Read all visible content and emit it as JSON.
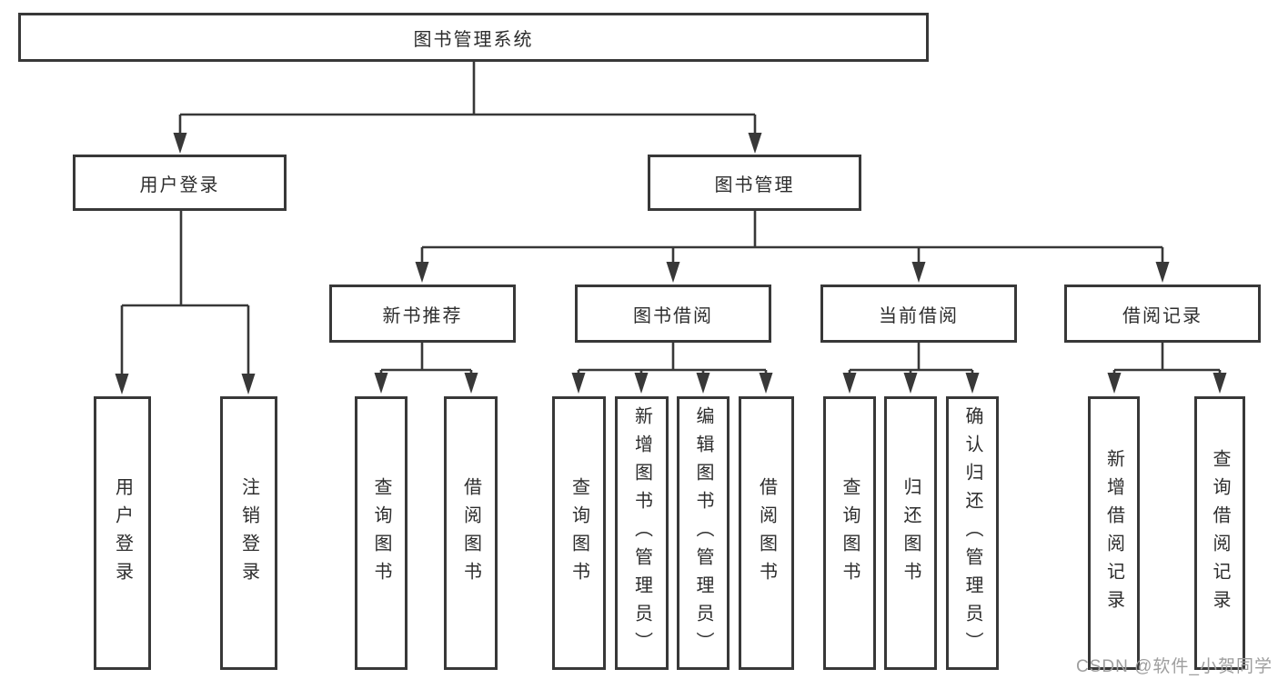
{
  "tree": {
    "label": "图书管理系统",
    "children": [
      {
        "label": "用户登录",
        "children": [
          {
            "label": "用户登录"
          },
          {
            "label": "注销登录"
          }
        ]
      },
      {
        "label": "图书管理",
        "children": [
          {
            "label": "新书推荐",
            "children": [
              {
                "label": "查询图书"
              },
              {
                "label": "借阅图书"
              }
            ]
          },
          {
            "label": "图书借阅",
            "children": [
              {
                "label": "查询图书"
              },
              {
                "label": "新增图书（管理员）"
              },
              {
                "label": "编辑图书（管理员）"
              },
              {
                "label": "借阅图书"
              }
            ]
          },
          {
            "label": "当前借阅",
            "children": [
              {
                "label": "查询图书"
              },
              {
                "label": "归还图书"
              },
              {
                "label": "确认归还（管理员）"
              }
            ]
          },
          {
            "label": "借阅记录",
            "children": [
              {
                "label": "新增借阅记录"
              },
              {
                "label": "查询借阅记录"
              }
            ]
          }
        ]
      }
    ]
  },
  "watermark": "CSDN @软件_小贺同学",
  "colors": {
    "line": "#383838",
    "text": "#2d2d2d",
    "watermark": "#9e9e9e",
    "background": "#ffffff"
  }
}
